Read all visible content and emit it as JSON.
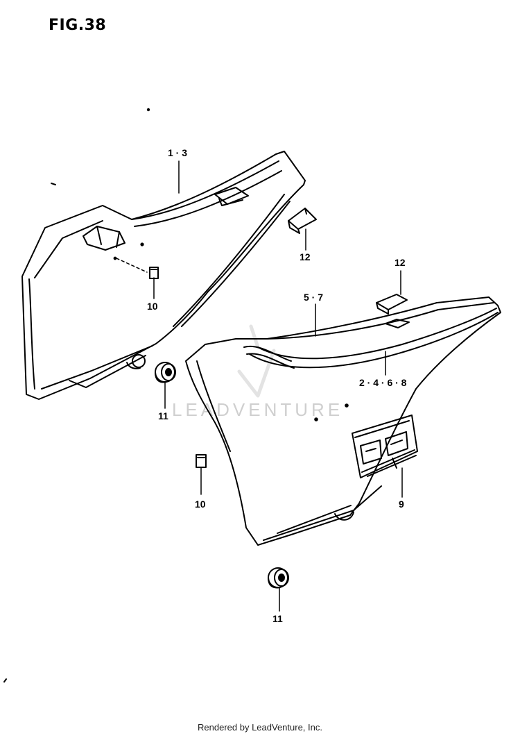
{
  "figure": {
    "title": "FIG.38"
  },
  "callouts": {
    "c_1_3": "1 · 3",
    "c_12_upper": "12",
    "c_12_lower": "12",
    "c_5_7": "5 · 7",
    "c_10_left": "10",
    "c_2_4_6_8": "2 · 4 · 6 · 8",
    "c_11_left": "11",
    "c_10_lower": "10",
    "c_9": "9",
    "c_11_bottom": "11"
  },
  "watermark": "LEADVENTURE",
  "footer": "Rendered by LeadVenture, Inc."
}
